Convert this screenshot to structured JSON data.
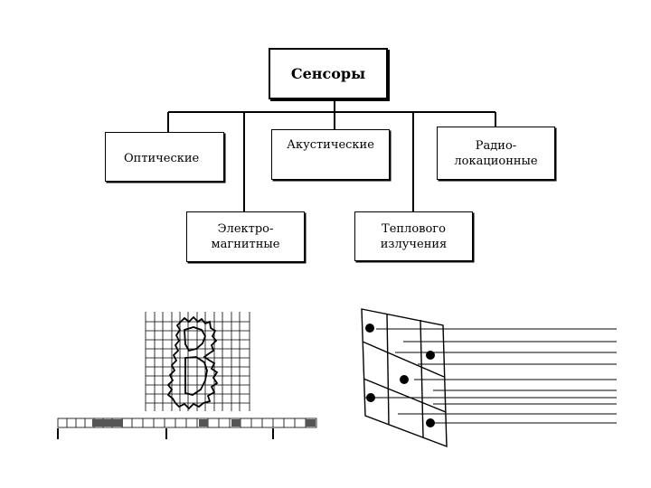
{
  "diagram": {
    "root": "Сенсоры",
    "nodes": {
      "optical": "Оптические",
      "acoustic": "Акустические",
      "radar": "Радио-\nлокационные",
      "electromagnetic": "Электро-\nмагнитные",
      "thermal": "Теплового\nизлучения"
    }
  }
}
